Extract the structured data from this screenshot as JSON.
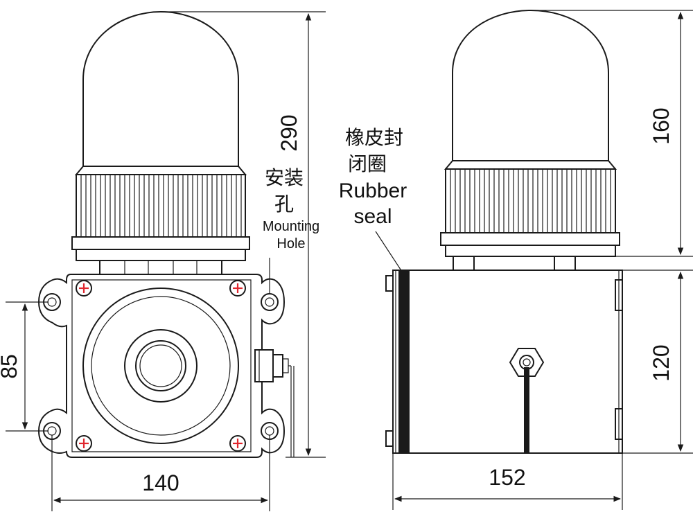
{
  "dimensions": {
    "total_height": "290",
    "dome_height": "160",
    "body_height": "120",
    "hole_spacing_v": "85",
    "hole_spacing_h": "140",
    "body_width": "152"
  },
  "labels": {
    "mounting_hole_cn_1": "安装",
    "mounting_hole_cn_2": "孔",
    "mounting_hole_en_1": "Mounting",
    "mounting_hole_en_2": "Hole",
    "rubber_seal_cn_1": "橡皮封",
    "rubber_seal_cn_2": "闭圈",
    "rubber_seal_en_1": "Rubber",
    "rubber_seal_en_2": "seal"
  },
  "colors": {
    "line": "#1a1a1a",
    "screw_cross": "#e0262e"
  }
}
